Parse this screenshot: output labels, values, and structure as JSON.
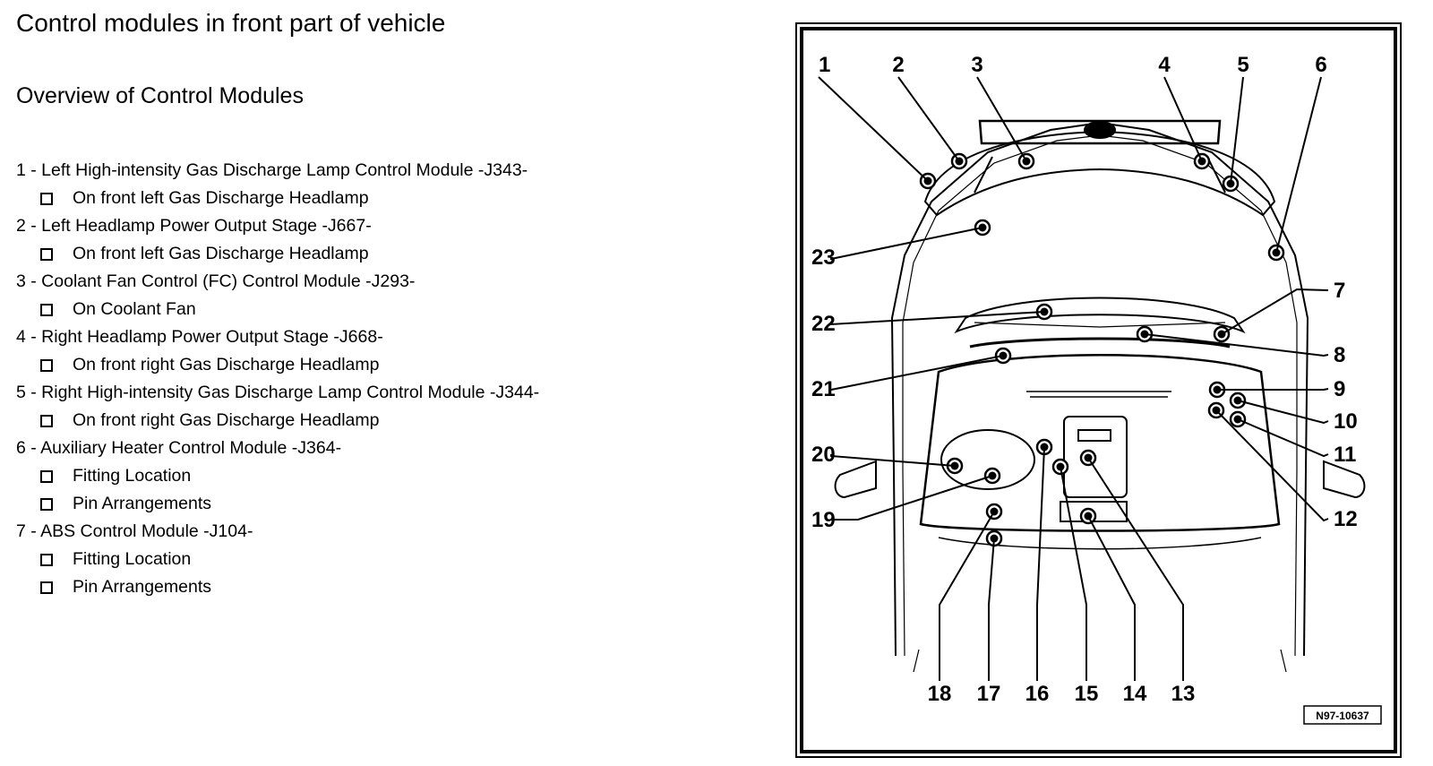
{
  "title": "Control modules in front part of vehicle",
  "section_title": "Overview of Control Modules",
  "modules": [
    {
      "title": "1 - Left High-intensity Gas Discharge Lamp Control Module -J343-",
      "items": [
        "On front left Gas Discharge Headlamp"
      ]
    },
    {
      "title": "2 - Left Headlamp Power Output Stage -J667-",
      "items": [
        "On front left Gas Discharge Headlamp"
      ]
    },
    {
      "title": "3 - Coolant Fan Control (FC) Control Module -J293-",
      "items": [
        "On Coolant Fan"
      ]
    },
    {
      "title": "4 - Right Headlamp Power Output Stage -J668-",
      "items": [
        "On front right Gas Discharge Headlamp"
      ]
    },
    {
      "title": "5 - Right High-intensity Gas Discharge Lamp Control Module -J344-",
      "items": [
        "On front right Gas Discharge Headlamp"
      ]
    },
    {
      "title": "6 - Auxiliary Heater Control Module -J364-",
      "items": [
        "Fitting Location",
        "Pin Arrangements"
      ]
    },
    {
      "title": "7 - ABS Control Module -J104-",
      "items": [
        "Fitting Location",
        "Pin Arrangements"
      ]
    }
  ],
  "diagram": {
    "callouts": [
      "1",
      "2",
      "3",
      "4",
      "5",
      "6",
      "7",
      "8",
      "9",
      "10",
      "11",
      "12",
      "13",
      "14",
      "15",
      "16",
      "17",
      "18",
      "19",
      "20",
      "21",
      "22",
      "23"
    ],
    "ref_code": "N97-10637"
  }
}
